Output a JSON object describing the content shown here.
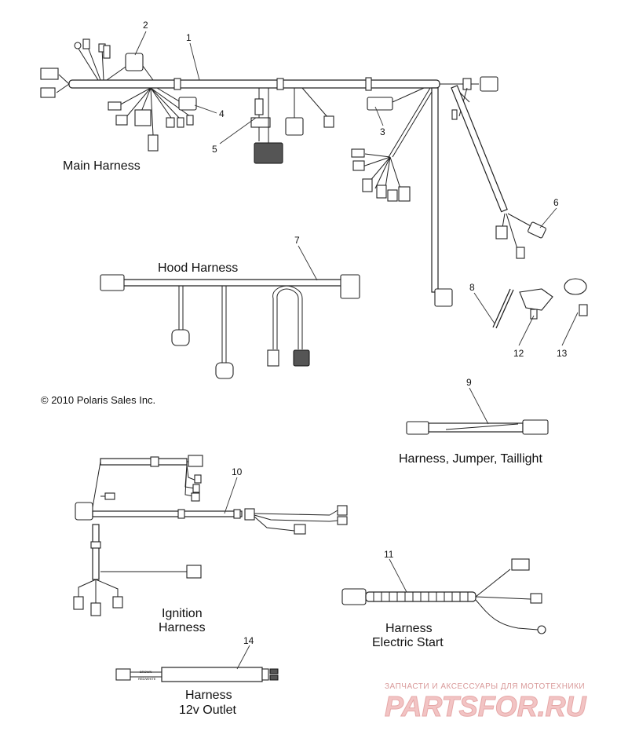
{
  "callouts": {
    "c1": "1",
    "c2": "2",
    "c3": "3",
    "c4": "4",
    "c5": "5",
    "c6": "6",
    "c7": "7",
    "c8": "8",
    "c9": "9",
    "c10": "10",
    "c11": "11",
    "c12": "12",
    "c13": "13",
    "c14": "14"
  },
  "labels": {
    "main_harness": "Main Harness",
    "hood_harness": "Hood Harness",
    "copyright": "© 2010 Polaris Sales Inc.",
    "jumper_taillight": "Harness, Jumper, Taillight",
    "ignition_line1": "Ignition",
    "ignition_line2": "Harness",
    "electric_start_line1": "Harness",
    "electric_start_line2": "Electric Start",
    "outlet_line1": "Harness",
    "outlet_line2": "12v Outlet"
  },
  "wire_tags": {
    "brown": "BROWN",
    "red_white": "RED/WHITE"
  },
  "watermark": {
    "tagline": "ЗАПЧАСТИ И АКСЕССУАРЫ ДЛЯ МОТОТЕХНИКИ",
    "brand": "PARTSFOR.RU"
  }
}
